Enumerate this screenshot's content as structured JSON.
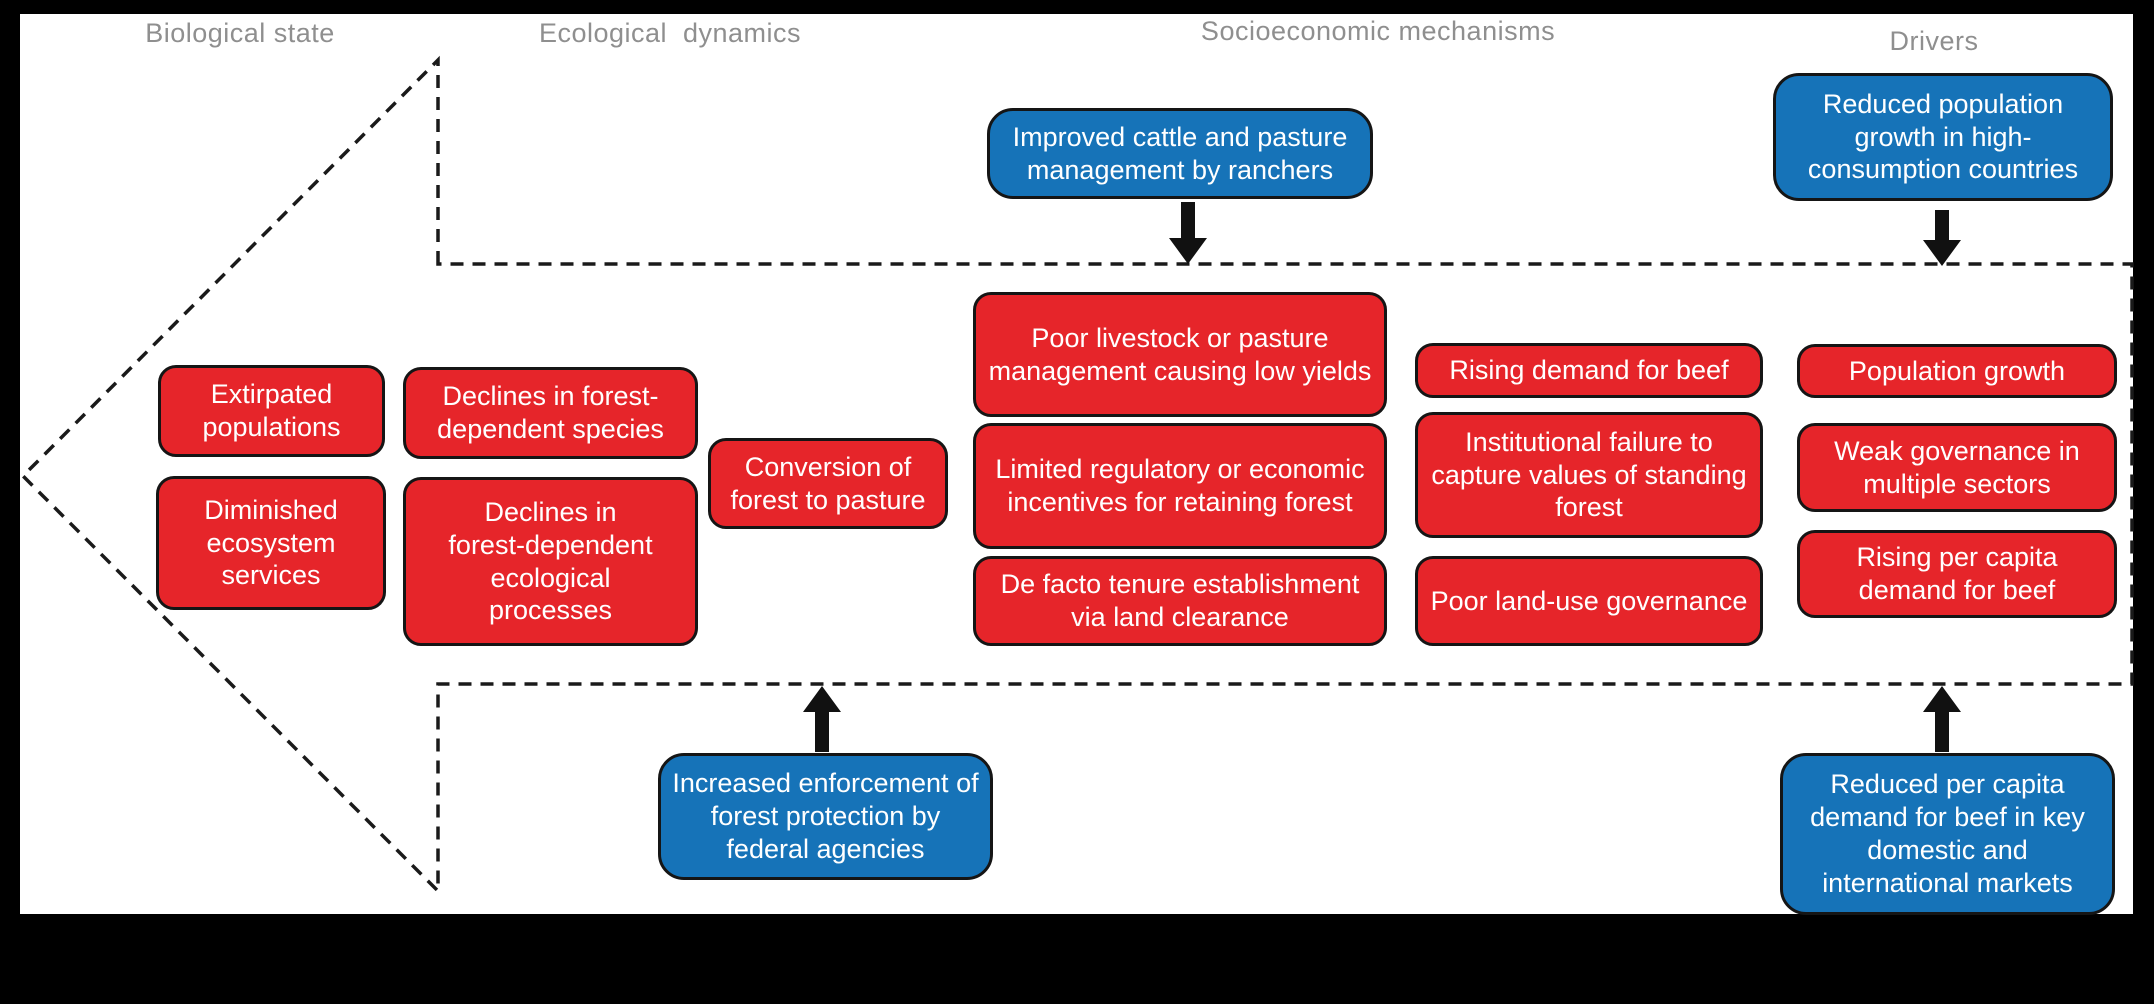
{
  "figure": {
    "type": "causal-flow-diagram",
    "background": "#ffffff",
    "frame_color": "#000000"
  },
  "colors": {
    "negative_box_red": "#e6252a",
    "intervention_box_blue": "#1673b8",
    "box_text": "#ffffff",
    "header_gray": "#8f8f8f",
    "dashed_line": "#1a1a1a",
    "solid_arrow": "#111111"
  },
  "sections": [
    "Biological state",
    "Ecological  dynamics",
    "Socioeconomic mechanisms",
    "Drivers"
  ],
  "red_boxes": {
    "biological": [
      "Extirpated populations",
      "Diminished ecosystem services"
    ],
    "ecological": [
      "Declines in forest-dependent species",
      "Declines in forest-dependent ecological processes"
    ],
    "conversion": "Conversion of forest to pasture",
    "socioeconomic_left": [
      "Poor livestock or pasture management causing low yields",
      "Limited regulatory or economic incentives for retaining forest",
      "De facto tenure establishment via land clearance"
    ],
    "socioeconomic_right": [
      "Rising demand for beef",
      "Institutional failure to capture values of standing forest",
      "Poor land-use governance"
    ],
    "drivers": [
      "Population growth",
      "Weak governance in multiple sectors",
      "Rising per capita demand for beef"
    ]
  },
  "blue_boxes": {
    "top_middle": "Improved cattle and pasture management by ranchers",
    "top_right": "Reduced population growth in high-consumption countries",
    "bottom_left": "Increased enforcement of forest protection by federal agencies",
    "bottom_right": "Reduced per capita demand for beef in key domestic and international markets"
  },
  "icons": {
    "dashed_arrow": "left-pointing-dashed-process-arrow",
    "solid_arrows": [
      "down-arrow",
      "down-arrow",
      "up-arrow",
      "up-arrow"
    ]
  }
}
